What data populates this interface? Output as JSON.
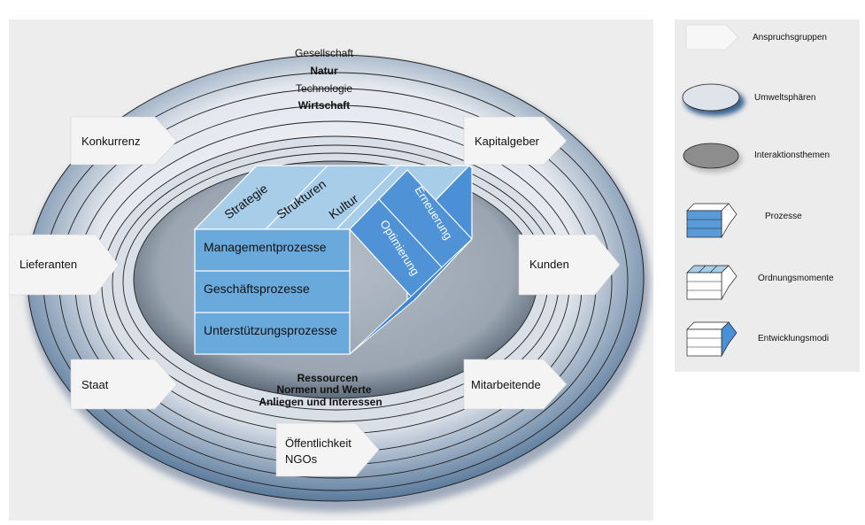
{
  "rings": {
    "outer": [
      "Gesellschaft",
      "Natur",
      "Technologie",
      "Wirtschaft"
    ],
    "inner": [
      "Ressourcen",
      "Normen und Werte",
      "Anliegen und Interessen"
    ]
  },
  "stakeholders": {
    "konkurrenz": "Konkurrenz",
    "kapitalgeber": "Kapitalgeber",
    "lieferanten": "Lieferanten",
    "kunden": "Kunden",
    "staat": "Staat",
    "mitarbeitende": "Mitarbeitende",
    "oeffentlichkeit_line1": "Öffentlichkeit",
    "oeffentlichkeit_line2": "NGOs"
  },
  "cube": {
    "top": [
      "Strategie",
      "Strukturen",
      "Kultur"
    ],
    "front": [
      "Managementprozesse",
      "Geschäftsprozesse",
      "Unterstützungsprozesse"
    ],
    "side": [
      "Erneuerung",
      "Optimierung"
    ]
  },
  "legend": {
    "items": [
      "Anspruchsgruppen",
      "Umweltsphären",
      "Interaktionsthemen",
      "Prozesse",
      "Ordnungsmomente",
      "Entwicklungsmodi"
    ]
  },
  "colors": {
    "cube_front": "#6aa9dc",
    "cube_top": "#a8cde9",
    "cube_side": "#4b8fd6",
    "ring_shadow": "#3d6591",
    "panel": "#ededed"
  }
}
